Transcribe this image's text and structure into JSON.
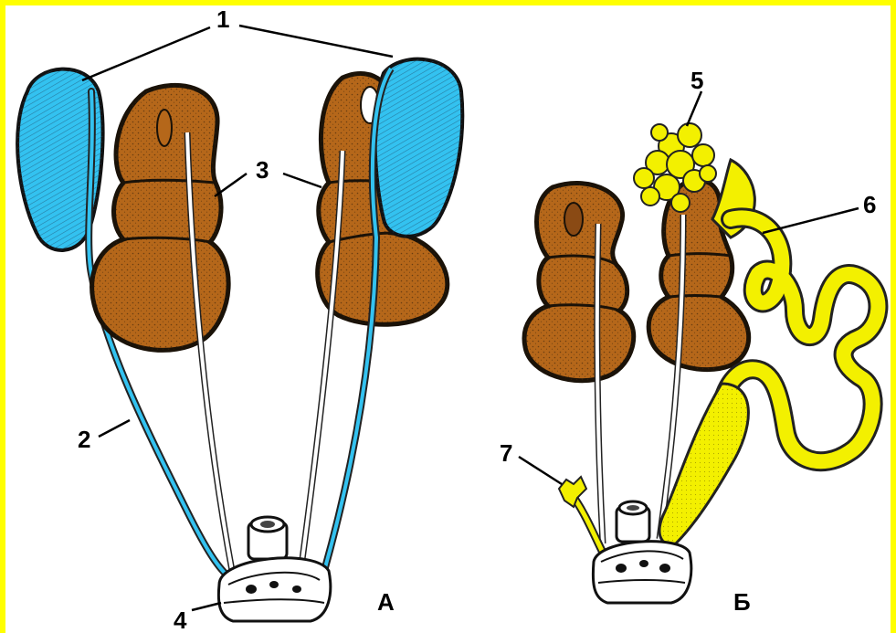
{
  "labels": {
    "n1": "1",
    "n2": "2",
    "n3": "3",
    "n4": "4",
    "n5": "5",
    "n6": "6",
    "n7": "7",
    "panel_a": "А",
    "panel_b": "Б"
  },
  "colors": {
    "frame": "#ffff00",
    "kidney": "#b5671a",
    "kidney_outline": "#1a1208",
    "testis": "#33c2f0",
    "testis_shade": "#2a7fb0",
    "ovary": "#f3f000",
    "oviduct": "#f3f000",
    "duct": "#ffffff",
    "cloaca": "#ffffff",
    "line": "#000000"
  }
}
